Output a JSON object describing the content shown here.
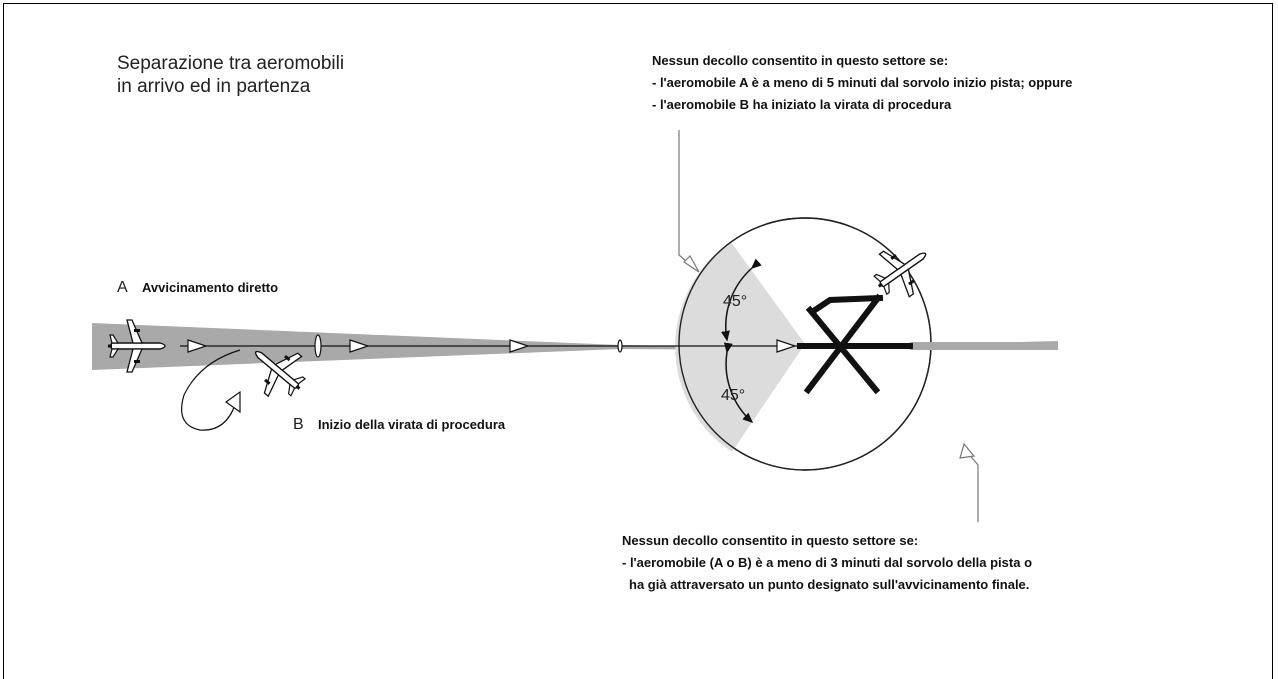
{
  "title": {
    "line1": "Separazione tra aeromobili",
    "line2": "in arrivo ed in partenza"
  },
  "top_note": {
    "heading": "Nessun decollo consentito in questo settore se:",
    "items": [
      "- l'aeromobile A è a meno di 5 minuti dal sorvolo inizio pista; oppure",
      "- l'aeromobile B ha iniziato la virata di procedura"
    ]
  },
  "bottom_note": {
    "heading": "Nessun decollo consentito in questo settore se:",
    "items": [
      "- l'aeromobile (A o B) è a meno di 3 minuti dal sorvolo della pista o",
      "ha già attraversato un punto designato sull'avvicinamento finale."
    ]
  },
  "aircraft_a": {
    "letter": "A",
    "label": "Avvicinamento diretto"
  },
  "aircraft_b": {
    "letter": "B",
    "label": "Inizio della virata di procedura"
  },
  "angles": {
    "upper": "45°",
    "lower": "45°"
  },
  "colors": {
    "sector_fill": "#dcdcdc",
    "approach_band": "#a9a9a9",
    "runway": "#111111",
    "extension": "#a9a9a9"
  }
}
